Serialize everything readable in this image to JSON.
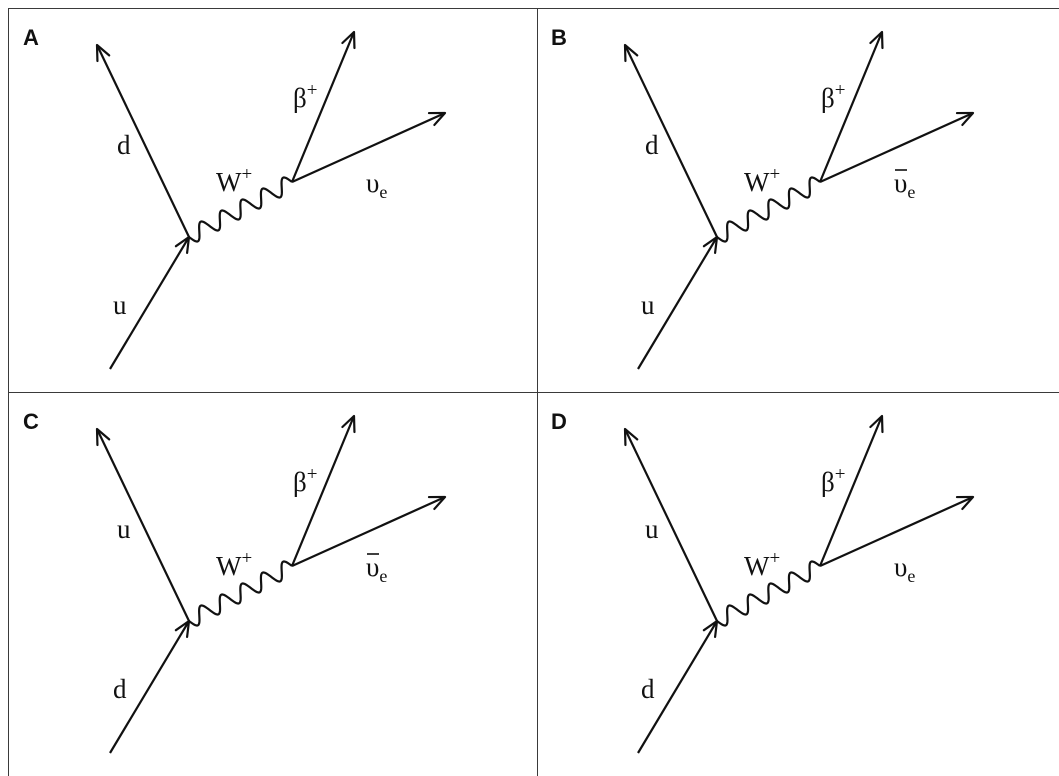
{
  "panels": [
    {
      "id": "A",
      "label": "A",
      "in_quark": "u",
      "out_quark": "d",
      "boson": "W",
      "boson_charge": "+",
      "positron": "β",
      "positron_charge": "+",
      "neutrino": "υ",
      "neutrino_sub": "e",
      "neutrino_bar": false
    },
    {
      "id": "B",
      "label": "B",
      "in_quark": "u",
      "out_quark": "d",
      "boson": "W",
      "boson_charge": "+",
      "positron": "β",
      "positron_charge": "+",
      "neutrino": "υ",
      "neutrino_sub": "e",
      "neutrino_bar": true
    },
    {
      "id": "C",
      "label": "C",
      "in_quark": "d",
      "out_quark": "u",
      "boson": "W",
      "boson_charge": "+",
      "positron": "β",
      "positron_charge": "+",
      "neutrino": "υ",
      "neutrino_sub": "e",
      "neutrino_bar": true
    },
    {
      "id": "D",
      "label": "D",
      "in_quark": "d",
      "out_quark": "u",
      "boson": "W",
      "boson_charge": "+",
      "positron": "β",
      "positron_charge": "+",
      "neutrino": "υ",
      "neutrino_sub": "e",
      "neutrino_bar": false
    }
  ]
}
